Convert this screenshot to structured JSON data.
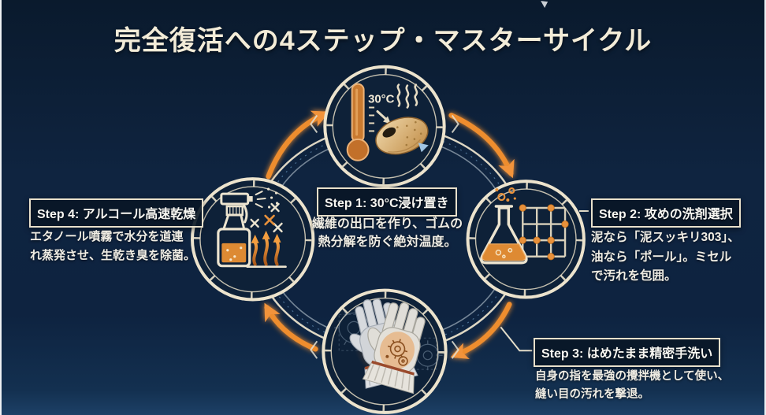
{
  "title": "完全復活への4ステップ・マスターサイクル",
  "steps": [
    {
      "label": "Step 1: 30°C浸け置き",
      "desc_lines": [
        "繊維の出口を作り、ゴムの",
        "熱分解を防ぐ絶対温度。"
      ],
      "icon": "thermometer-shoe-icon",
      "position": "top"
    },
    {
      "label": "Step 2: 攻めの洗剤選択",
      "desc_lines": [
        "泥なら「泥スッキリ303」、",
        "油なら「ポール」。ミセル",
        "で汚れを包囲。"
      ],
      "icon": "flask-grid-icon",
      "position": "right"
    },
    {
      "label": "Step 3: はめたまま精密手洗い",
      "desc_lines": [
        "自身の指を最強の攪拌機として使い、",
        "縫い目の汚れを撃退。"
      ],
      "icon": "gloved-hands-icon",
      "position": "bottom"
    },
    {
      "label": "Step 4: アルコール高速乾燥",
      "desc_lines": [
        "エタノール噴霧で水分を道連",
        "れ蒸発させ、生乾き臭を除菌。"
      ],
      "icon": "spray-bottle-icon",
      "position": "left"
    }
  ],
  "node_labels": {
    "soak_temp": "30°C"
  },
  "cycle": {
    "direction": "clockwise",
    "arrow_count": 4
  },
  "colors": {
    "background": "#0e2138",
    "ring_cream": "#e9e0ca",
    "accent_orange": "#ee8d2e",
    "box_border": "#e8e0cb",
    "title_text": "#f3ecd8"
  }
}
